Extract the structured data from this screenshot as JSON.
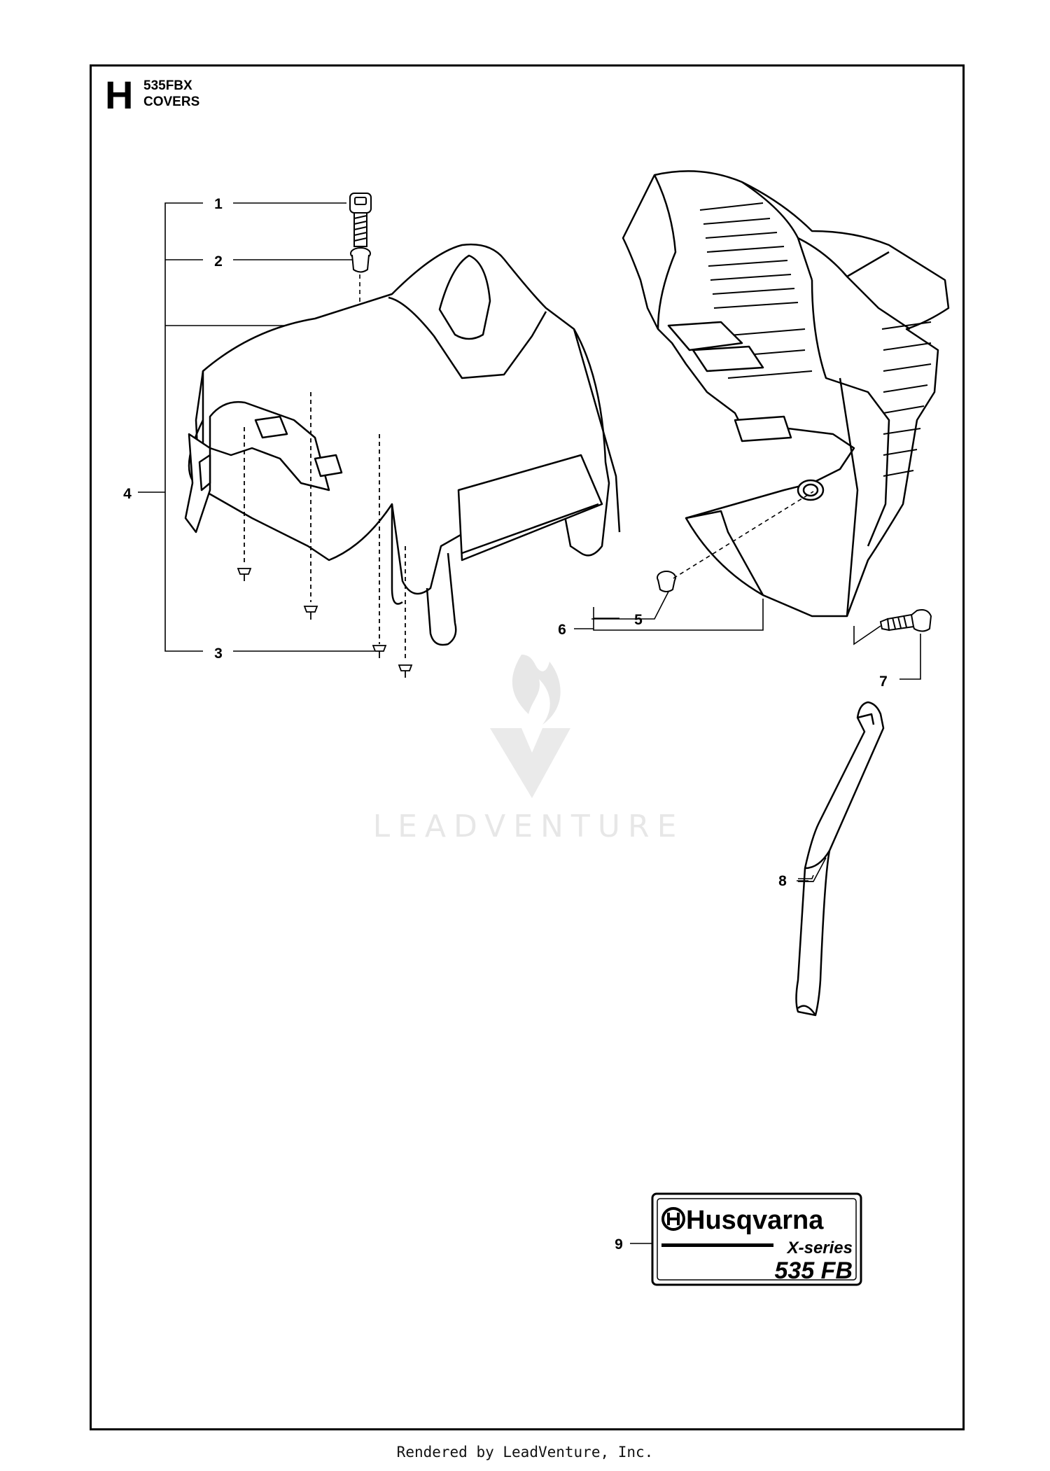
{
  "header": {
    "section_letter": "H",
    "model": "535FBX",
    "section_name": "COVERS"
  },
  "callouts": [
    "1",
    "2",
    "3",
    "4",
    "5",
    "6",
    "7",
    "8",
    "9"
  ],
  "decal": {
    "brand": "Husqvarna",
    "series": "X-series",
    "model": "535 FB"
  },
  "watermark": {
    "text": "LEADVENTURE"
  },
  "footer": {
    "text": "Rendered by LeadVenture, Inc."
  }
}
